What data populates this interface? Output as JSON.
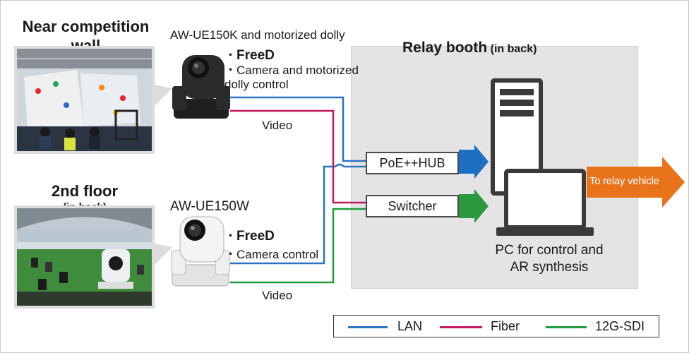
{
  "locations": {
    "near_wall": "Near competition\nwall",
    "second_floor": "2nd floor",
    "second_floor_sub": "(in back)"
  },
  "camera1": {
    "model": "AW-UE150K and motorized dolly",
    "feature": "FreeD",
    "desc": "Camera and motorized\ndolly control",
    "bullet": "・"
  },
  "camera2": {
    "model": "AW-UE150W",
    "feature": "FreeD",
    "desc": "Camera control",
    "bullet": "・"
  },
  "video_labels": {
    "top": "Video",
    "bottom": "Video"
  },
  "booth": {
    "title": "Relay booth",
    "subtitle": "(in back)"
  },
  "devices": {
    "hub": "PoE++HUB",
    "switcher": "Switcher"
  },
  "pc": {
    "label": "PC for control and\nAR synthesis"
  },
  "vehicle": {
    "label": "To relay vehicle"
  },
  "legend": [
    {
      "name": "LAN",
      "color": "#2a73c4"
    },
    {
      "name": "Fiber",
      "color": "#c8175d"
    },
    {
      "name": "12G-SDI",
      "color": "#1f9a3c"
    }
  ],
  "colors": {
    "lan": "#2a73c4",
    "fiber": "#c8175d",
    "sdi": "#1f9a3c",
    "orange": "#e8731a",
    "hub_arrow": "#1d6fc4",
    "switch_arrow": "#2b9a3f"
  }
}
